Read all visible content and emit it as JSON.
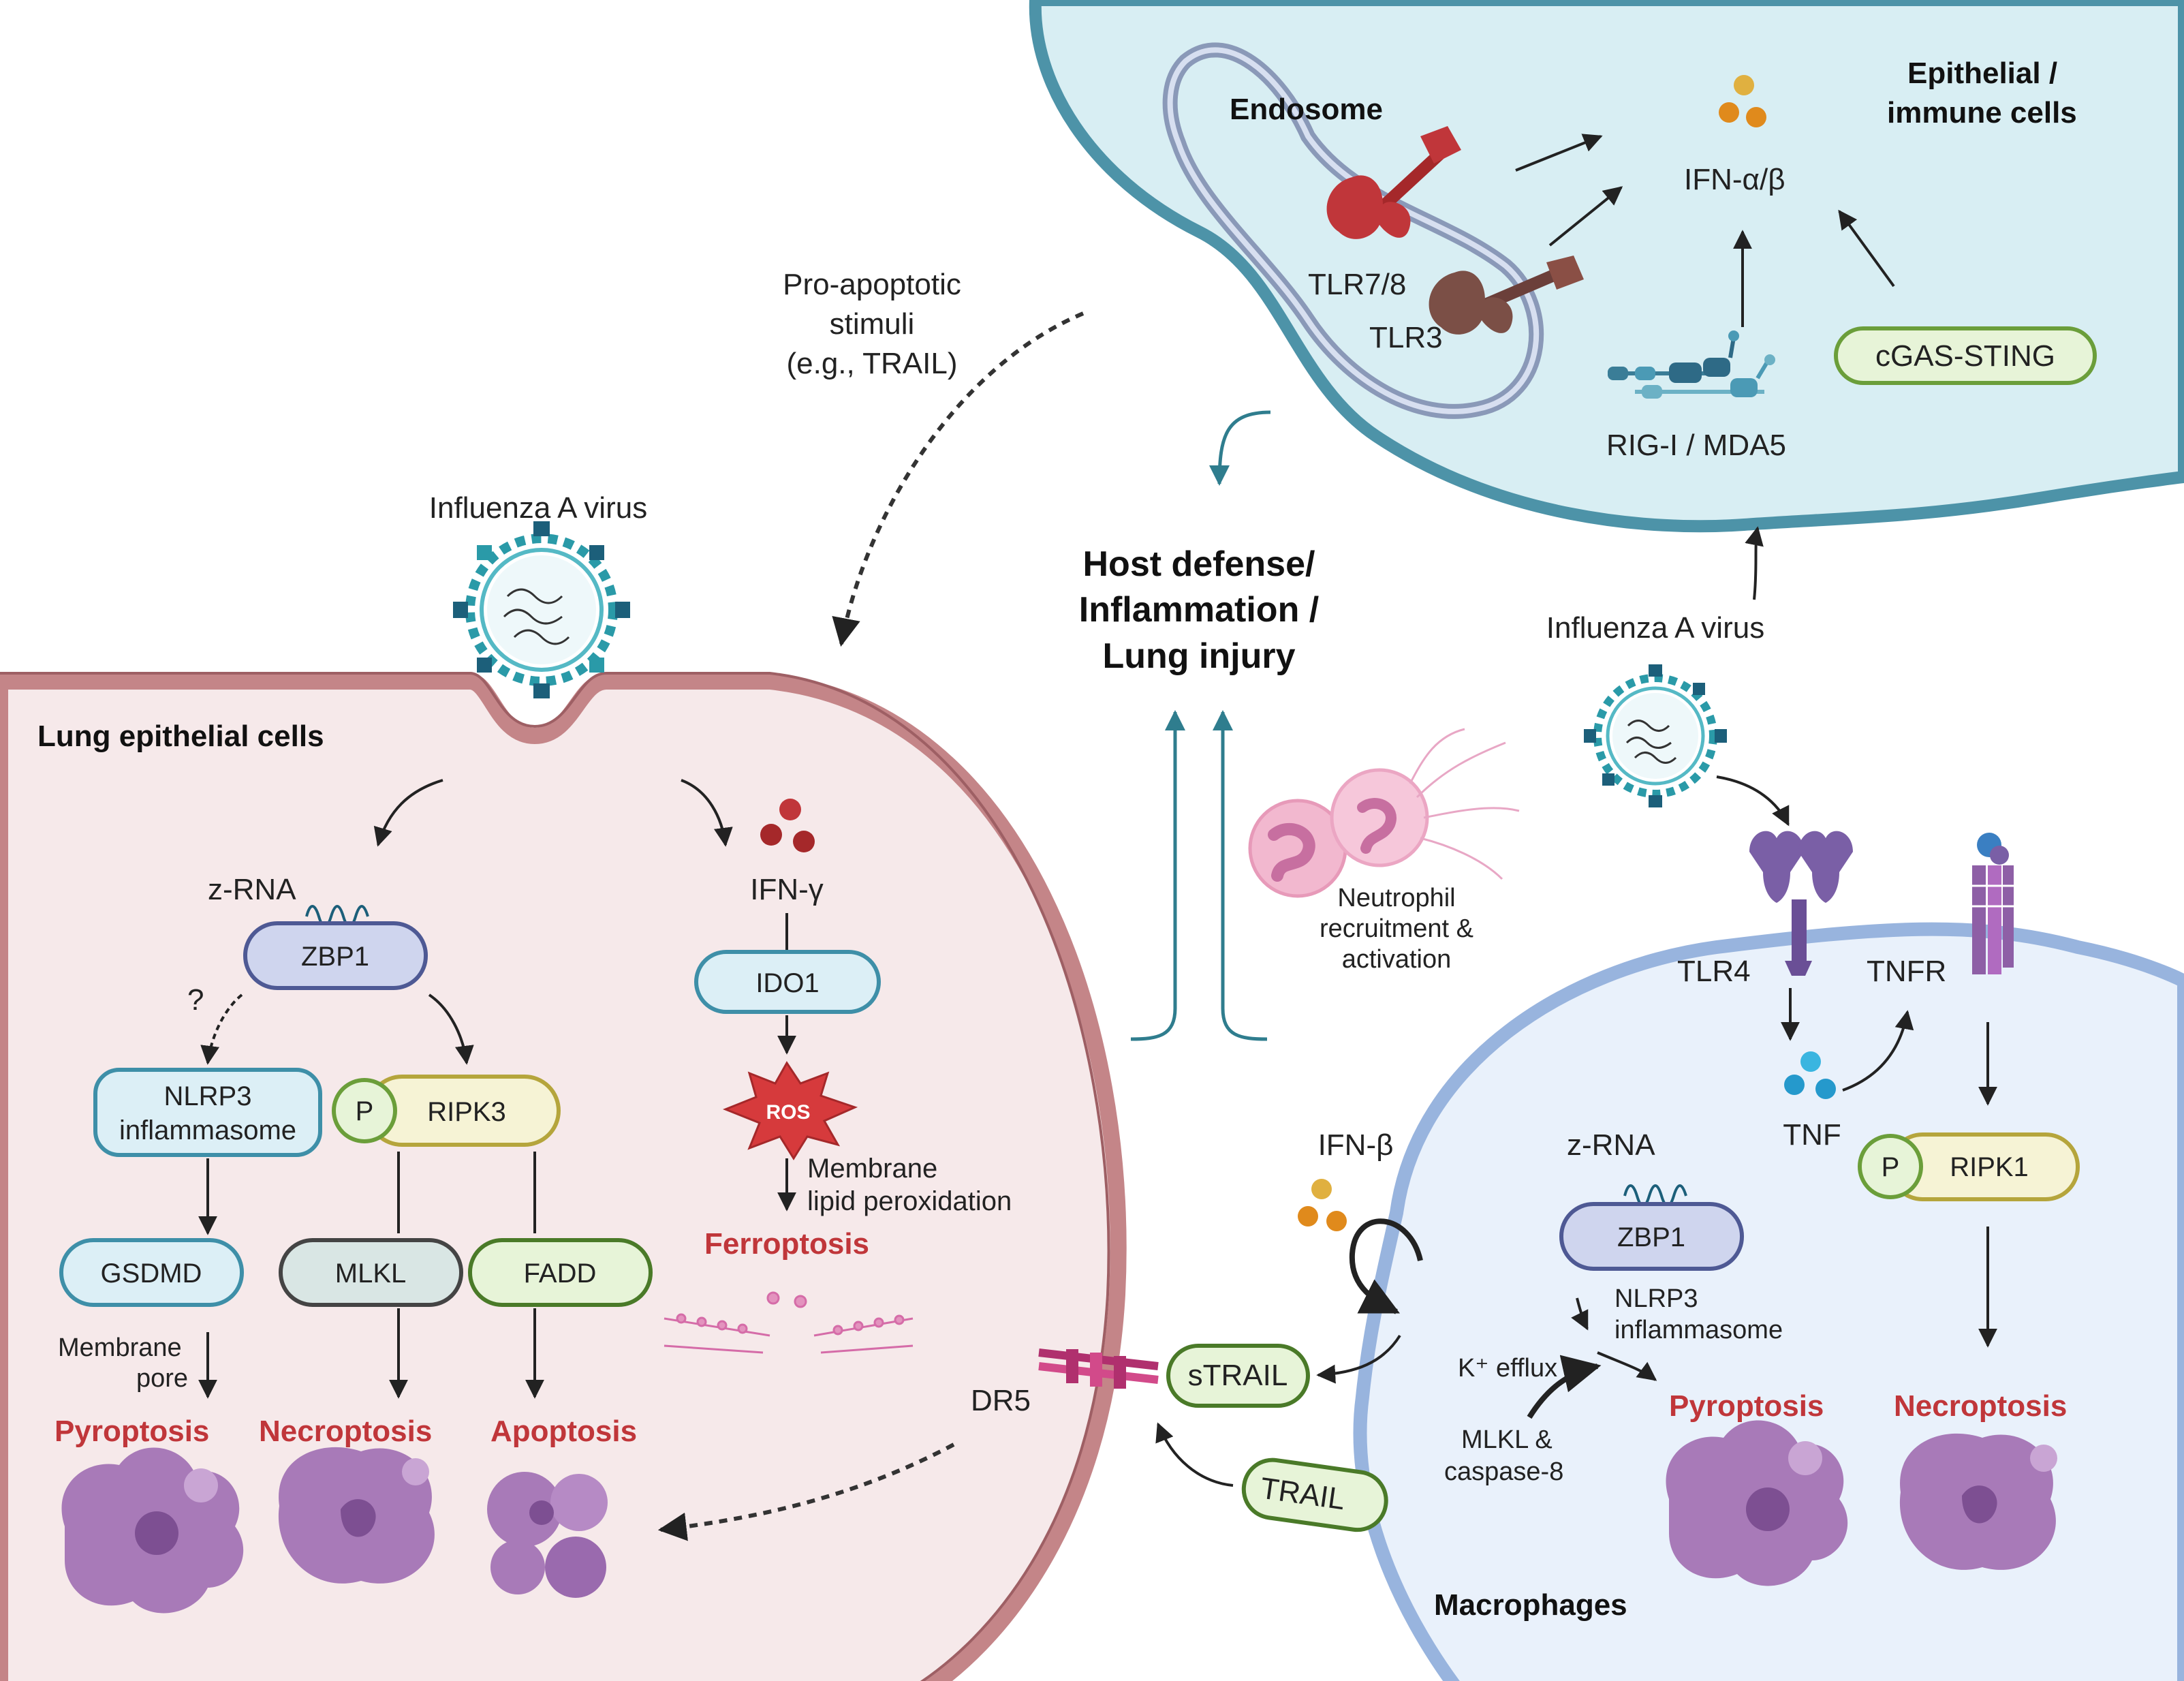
{
  "colors": {
    "lung_cell_fill": "#f6e9ea",
    "lung_cell_border": "#c48588",
    "top_cell_fill": "#d8eef3",
    "top_cell_border": "#4d93a8",
    "macrophage_fill": "#e9f1fb",
    "macrophage_border": "#98b4de",
    "arrow_teal": "#2f7d8e",
    "death_label": "#c0363a",
    "cell_death_purple": "#8e5fa6",
    "node_blue_fill": "#cfd5ee",
    "node_cyan_fill": "#dceff6",
    "node_yellow_fill": "#f6f3d5",
    "node_green_fill": "#e7f4d8",
    "node_gray_fill": "#d9e6e4"
  },
  "top_cell": {
    "title": "Epithelial / immune cells",
    "title_line1": "Epithelial /",
    "title_line2": "immune cells",
    "endosome_label": "Endosome",
    "tlr78": "TLR7/8",
    "tlr3": "TLR3",
    "ifn_ab": "IFN-α/β",
    "rig_mda5": "RIG-I / MDA5",
    "cgas_sting": "cGAS-STING"
  },
  "center": {
    "pro_apoptotic_line1": "Pro-apoptotic",
    "pro_apoptotic_line2": "stimuli",
    "pro_apoptotic_line3": "(e.g., TRAIL)",
    "host_defense_line1": "Host defense/",
    "host_defense_line2": "Inflammation /",
    "host_defense_line3": "Lung injury",
    "neutrophil_line1": "Neutrophil",
    "neutrophil_line2": "recruitment &",
    "neutrophil_line3": "activation",
    "ifn_beta": "IFN-β",
    "strail": "sTRAIL",
    "trail": "TRAIL",
    "dr5": "DR5"
  },
  "lung_cell": {
    "title": "Lung epithelial cells",
    "virus_label": "Influenza A virus",
    "zrna": "z-RNA",
    "zbp1": "ZBP1",
    "question": "?",
    "nlrp3_line1": "NLRP3",
    "nlrp3_line2": "inflammasome",
    "p_badge": "P",
    "ripk3": "RIPK3",
    "gsdmd": "GSDMD",
    "mlkl": "MLKL",
    "fadd": "FADD",
    "membrane_pore_line1": "Membrane",
    "membrane_pore_line2": "pore",
    "pyroptosis": "Pyroptosis",
    "necroptosis": "Necroptosis",
    "apoptosis": "Apoptosis",
    "ifn_gamma": "IFN-γ",
    "ido1": "IDO1",
    "ros": "ROS",
    "lipid_line1": "Membrane",
    "lipid_line2": "lipid peroxidation",
    "ferroptosis": "Ferroptosis"
  },
  "macrophage": {
    "title": "Macrophages",
    "virus_label": "Influenza A virus",
    "tlr4": "TLR4",
    "tnfr": "TNFR",
    "tnf": "TNF",
    "p_badge": "P",
    "ripk1": "RIPK1",
    "zrna": "z-RNA",
    "zbp1": "ZBP1",
    "nlrp3_line1": "NLRP3",
    "nlrp3_line2": "inflammasome",
    "k_efflux": "K⁺ efflux",
    "mlkl_line1": "MLKL &",
    "mlkl_line2": "caspase-8",
    "pyroptosis": "Pyroptosis",
    "necroptosis": "Necroptosis"
  }
}
